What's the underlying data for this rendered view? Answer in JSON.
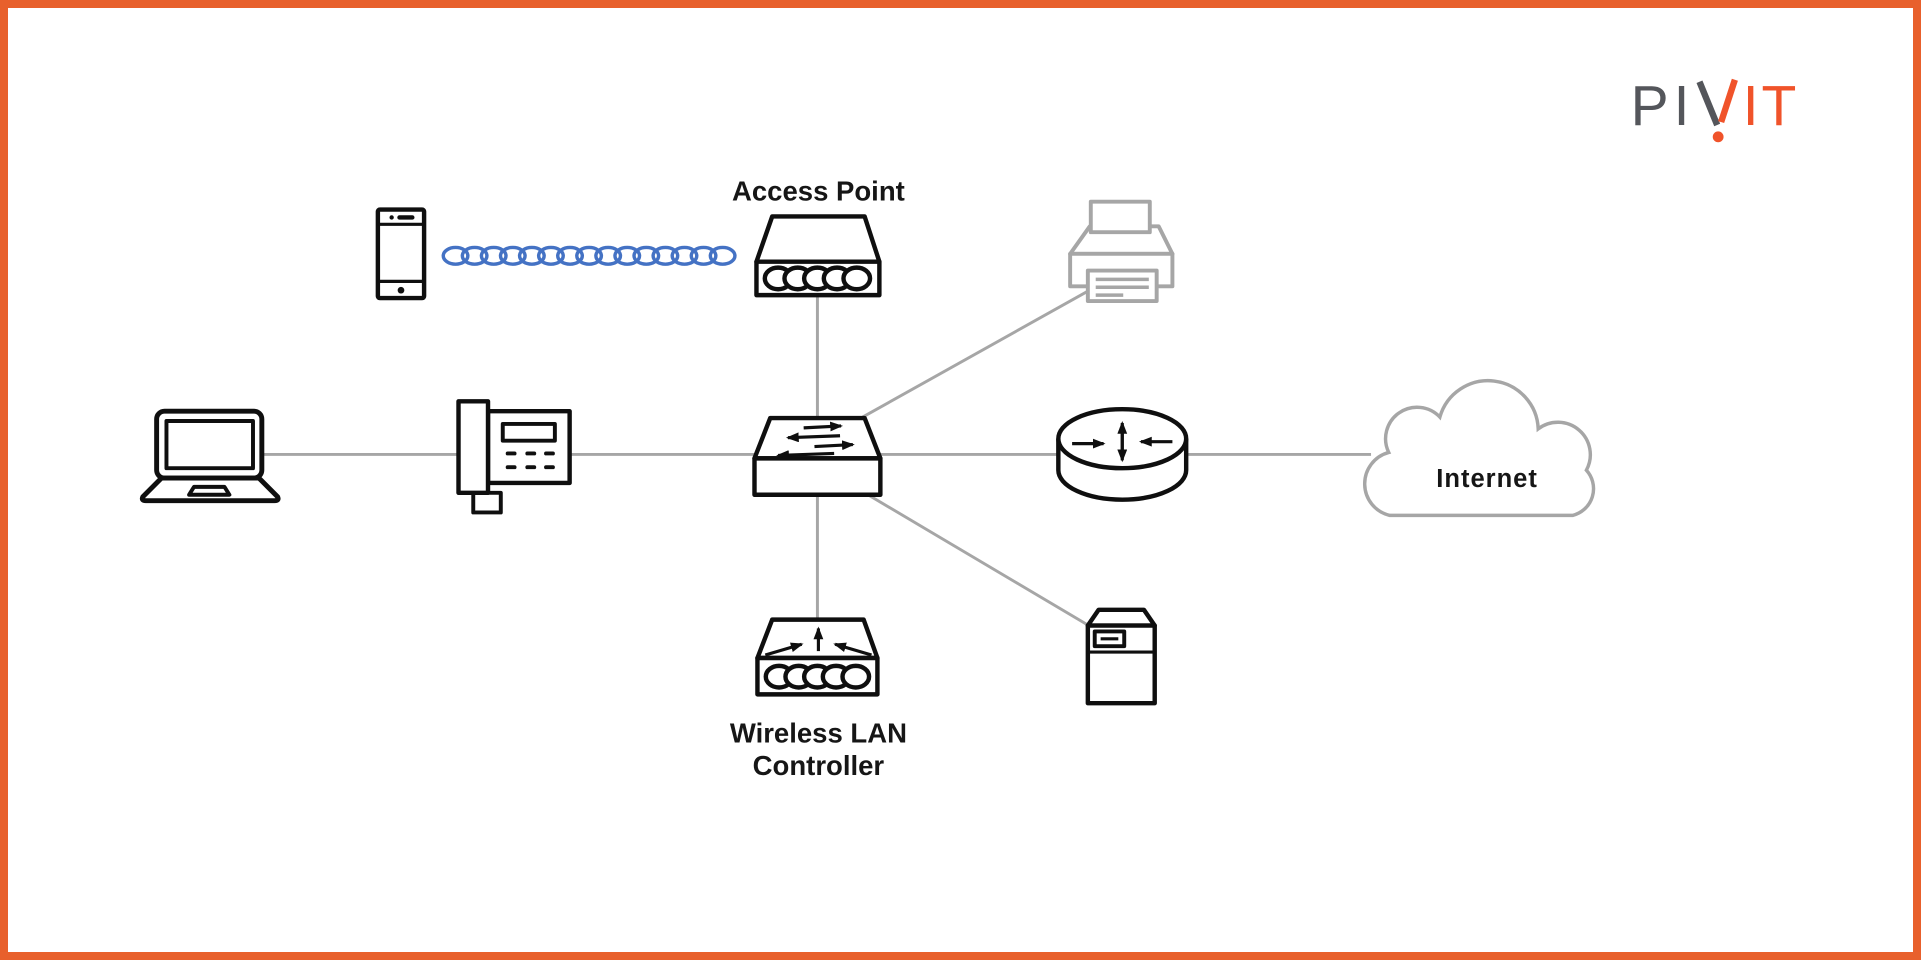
{
  "brand": {
    "name": "PIVIT",
    "text_gray": "PI",
    "text_orange": "IT"
  },
  "labels": {
    "access_point": "Access Point",
    "wireless_lan_controller_line1": "Wireless LAN",
    "wireless_lan_controller_line2": "Controller",
    "internet": "Internet"
  },
  "colors": {
    "border_orange": "#E8602C",
    "logo_gray": "#54565B",
    "logo_orange": "#F0532A",
    "icon_black": "#0F0F0F",
    "device_gray": "#A6A6A6",
    "link_gray": "#A6A6A6",
    "wireless_blue": "#4472C4",
    "background": "#FFFFFF"
  },
  "diagram": {
    "nodes": [
      {
        "id": "smartphone"
      },
      {
        "id": "access-point",
        "label": "Access Point"
      },
      {
        "id": "printer"
      },
      {
        "id": "laptop"
      },
      {
        "id": "ip-phone"
      },
      {
        "id": "switch"
      },
      {
        "id": "router"
      },
      {
        "id": "internet-cloud",
        "label": "Internet"
      },
      {
        "id": "wireless-lan-controller",
        "label": "Wireless LAN Controller"
      },
      {
        "id": "server"
      }
    ],
    "edges": [
      {
        "from": "smartphone",
        "to": "access-point",
        "style": "wireless-coil"
      },
      {
        "from": "laptop",
        "to": "ip-phone",
        "style": "wired"
      },
      {
        "from": "ip-phone",
        "to": "switch",
        "style": "wired"
      },
      {
        "from": "access-point",
        "to": "switch",
        "style": "wired"
      },
      {
        "from": "printer",
        "to": "switch",
        "style": "wired"
      },
      {
        "from": "switch",
        "to": "router",
        "style": "wired"
      },
      {
        "from": "router",
        "to": "internet-cloud",
        "style": "wired"
      },
      {
        "from": "switch",
        "to": "wireless-lan-controller",
        "style": "wired"
      },
      {
        "from": "switch",
        "to": "server",
        "style": "wired"
      }
    ]
  }
}
